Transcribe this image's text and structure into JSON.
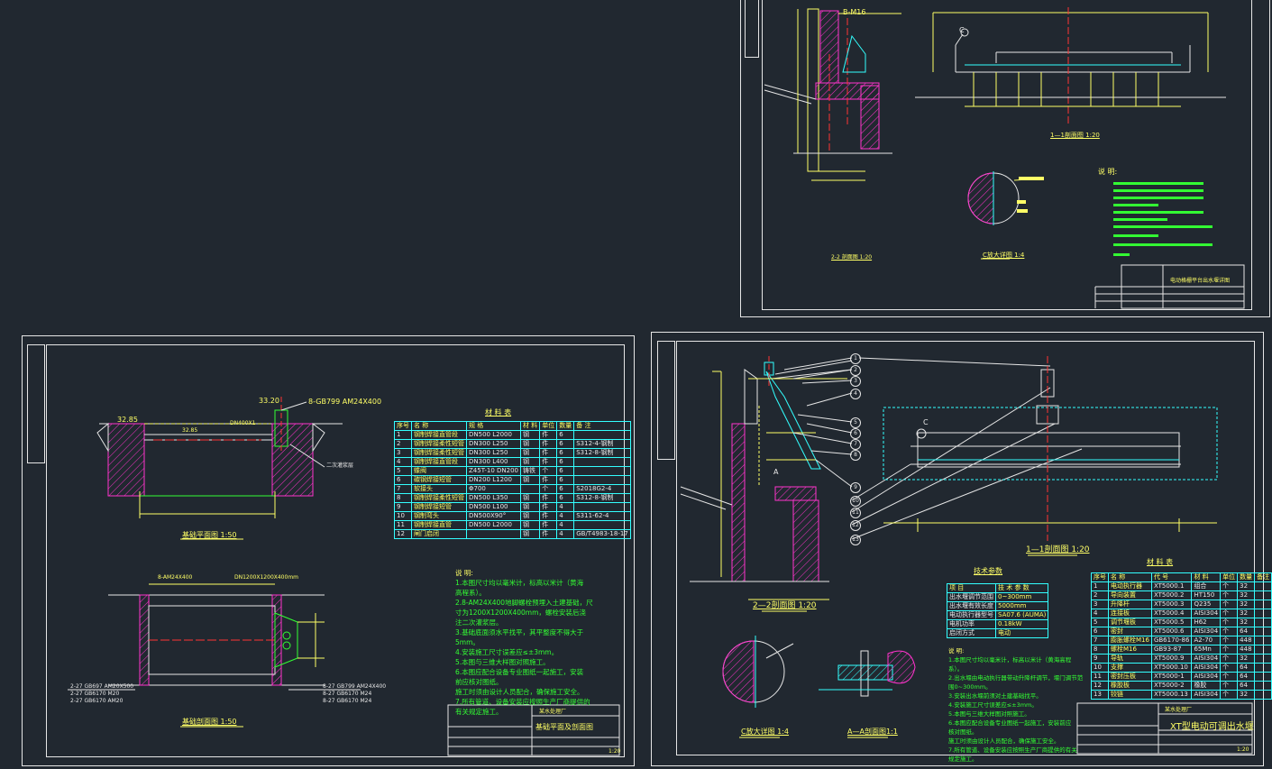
{
  "colors": {
    "background": "#212830",
    "frame": "#e6e6e6",
    "dim": "#ffff66",
    "text": "#33ff33",
    "section": "#33ffff",
    "hatch": "#ff33cc",
    "centerline": "#ff3333"
  },
  "sheet_top_right": {
    "labels": {
      "b_m16": "B-M16",
      "c_mark": "C",
      "section_1_1": "1—1剖面图 1:20",
      "section_2_2": "2-2 剖面图 1:20",
      "detail_c": "C放大详图 1:4",
      "notes_title": "说 明:",
      "title_block_name": "电动格栅平台出水堰详图"
    }
  },
  "sheet_bottom_left": {
    "labels": {
      "elev_left": "32.85",
      "elev_right": "33.20",
      "anchor": "8-GB799 AM24X400",
      "dim1": "32.85",
      "dim2": "DN400X1",
      "grout": "二次灌浆层",
      "plan_title": "基础平面图 1:50",
      "section_title": "基础剖面图 1:50",
      "plan_anchor": "8-AM24X400",
      "plan_dim": "DN1200X1200X400mm",
      "leg1": "2-27 GB697 AM20X500",
      "leg2": "2-27 GB6170 M20",
      "leg3": "2-27 GB6170 AM20",
      "leg4": "8-27 GB799 AM24X400",
      "leg5": "8-27 GB6170 M24",
      "leg6": "8-27 GB6170 M24"
    },
    "material_title": "材 料 表",
    "material_headers": [
      "序号",
      "名 称",
      "规 格",
      "材 料",
      "单位",
      "数量",
      "备 注"
    ],
    "material_rows": [
      [
        "1",
        "钢制焊接直管段",
        "DN500 L2000",
        "钢",
        "件",
        "6",
        ""
      ],
      [
        "2",
        "钢制焊接柔性短管",
        "DN300 L250",
        "钢",
        "件",
        "6",
        "S312-4-钢制"
      ],
      [
        "3",
        "钢制焊接柔性短管",
        "DN300 L250",
        "钢",
        "件",
        "6",
        "S312-8-钢制"
      ],
      [
        "4",
        "钢制焊接直管段",
        "DN300 L400",
        "钢",
        "件",
        "6",
        ""
      ],
      [
        "5",
        "蝶阀",
        "Z45T-10 DN200",
        "铸铁",
        "个",
        "6",
        ""
      ],
      [
        "6",
        "碳钢焊接短管",
        "DN200 L1200",
        "钢",
        "件",
        "6",
        ""
      ],
      [
        "7",
        "软接头",
        "Φ700",
        "",
        "个",
        "6",
        "S2018G2-4"
      ],
      [
        "8",
        "钢制焊接柔性短管",
        "DN500 L350",
        "钢",
        "件",
        "6",
        "S312-8-钢制"
      ],
      [
        "9",
        "钢制焊接短管",
        "DN500 L100",
        "钢",
        "件",
        "4",
        ""
      ],
      [
        "10",
        "钢制弯头",
        "DN500X90°",
        "钢",
        "件",
        "4",
        "S311-62-4"
      ],
      [
        "11",
        "钢制焊接直管",
        "DN500 L2000",
        "钢",
        "件",
        "4",
        ""
      ],
      [
        "12",
        "闸门启闭",
        "",
        "钢",
        "件",
        "4",
        "GB/T4983-18-17"
      ]
    ],
    "notes_title": "说 明:",
    "notes": [
      "1.本图尺寸均以毫米计，标高以米计（黄海",
      "  高程系）。",
      "2.8-AM24X400地脚螺栓预埋入土建基础，尺",
      "  寸为1200X1200X400mm，螺栓安装后浇",
      "  注二次灌浆层。",
      "3.基础底面须水平找平，其平整度不得大于",
      "  5mm。",
      "4.安装施工尺寸误差应≤±3mm。",
      "5.本图与三维大样图对照施工。",
      "6.本图应配合设备专业图纸一起施工，安装",
      "  前应核对图纸。",
      "  施工时须由设计人员配合，确保施工安全。",
      "7.所有管道、设备安装应按照生产厂商提供的",
      "  有关规定施工。"
    ],
    "title_block": {
      "company": "某水处理厂",
      "drawing": "基础平面及剖面图",
      "scale": "1:20"
    }
  },
  "sheet_bottom_right": {
    "callouts": [
      "1",
      "2",
      "3",
      "4",
      "5",
      "6",
      "7",
      "8",
      "9",
      "10",
      "11",
      "12",
      "13"
    ],
    "labels": {
      "section_2_2": "2—2剖面图 1:20",
      "section_1_1": "1—1剖面图 1:20",
      "detail_c": "C放大详图 1:4",
      "section_a_a": "A—A剖面图1:1",
      "a_mark": "A",
      "c_mark": "C"
    },
    "param_title": "技术参数",
    "param_headers": [
      "项 目",
      "技 术 参 数"
    ],
    "param_rows": [
      [
        "出水堰调节范围",
        "0~300mm"
      ],
      [
        "出水堰有效长度",
        "5000mm"
      ],
      [
        "电动执行器型号",
        "SA07.6 (AUMA)"
      ],
      [
        "电机功率",
        "0.18kW"
      ],
      [
        "启闭方式",
        "电动"
      ]
    ],
    "material_title": "材 料 表",
    "material_headers": [
      "序号",
      "名 称",
      "代 号",
      "材 料",
      "单位",
      "数量",
      "备注"
    ],
    "material_rows": [
      [
        "1",
        "电动执行器",
        "XT5000.1",
        "组合",
        "个",
        "32",
        ""
      ],
      [
        "2",
        "导向装置",
        "XT5000.2",
        "HT150",
        "个",
        "32",
        ""
      ],
      [
        "3",
        "升降杆",
        "XT5000.3",
        "Q235",
        "个",
        "32",
        ""
      ],
      [
        "4",
        "连接板",
        "XT5000.4",
        "AISI304",
        "个",
        "32",
        ""
      ],
      [
        "5",
        "调节堰板",
        "XT5000.5",
        "H62",
        "个",
        "32",
        ""
      ],
      [
        "6",
        "密封",
        "XT5000.6",
        "AISI304",
        "个",
        "64",
        ""
      ],
      [
        "7",
        "膨胀螺栓M16",
        "GB6170-86",
        "A2-70",
        "个",
        "448",
        ""
      ],
      [
        "8",
        "螺栓M16",
        "GB93-87",
        "65Mn",
        "个",
        "448",
        ""
      ],
      [
        "9",
        "导轨",
        "XT5000.9",
        "AISI304",
        "个",
        "32",
        ""
      ],
      [
        "10",
        "支撑",
        "XT5000.10",
        "AISI304",
        "个",
        "64",
        ""
      ],
      [
        "11",
        "密封压板",
        "XT5000-1",
        "AISI304",
        "个",
        "64",
        ""
      ],
      [
        "12",
        "橡胶板",
        "XT5000-2",
        "橡胶",
        "个",
        "64",
        ""
      ],
      [
        "13",
        "铰链",
        "XT5000.13",
        "AISI304",
        "个",
        "32",
        ""
      ]
    ],
    "notes_title": "说 明:",
    "notes": [
      "1.本图尺寸均以毫米计，标高以米计（黄海高程",
      "  系）。",
      "2.出水堰由电动执行器带动升降杆调节，堰门调节范",
      "  围0~300mm。",
      "3.安装出水堰前须对土建基础找平。",
      "4.安装施工尺寸误差应≤±3mm。",
      "5.本图与三维大样图对照施工。",
      "6.本图应配合设备专业图纸一起施工，安装前应",
      "  核对图纸。",
      "  施工时须由设计人员配合，确保施工安全。",
      "7.所有管道、设备安装应按照生产厂商提供的有关",
      "  规定施工。"
    ],
    "title_block": {
      "company": "某水处理厂",
      "drawing": "XT型电动可调出水堰",
      "scale": "1:20"
    }
  }
}
